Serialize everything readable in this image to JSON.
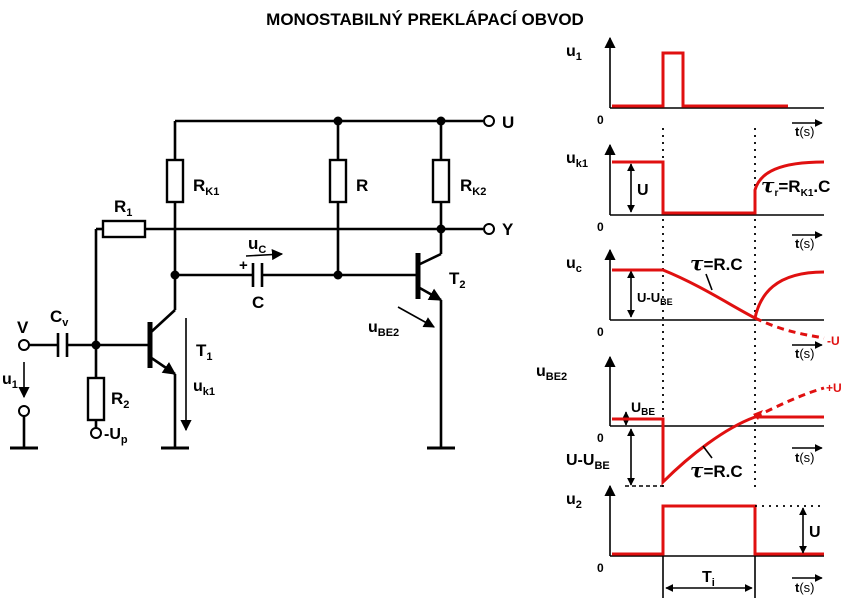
{
  "title": "MONOSTABILNÝ PREKLÁPACÍ OBVOD",
  "colors": {
    "signal": "#e01010",
    "ink": "#000000",
    "background": "#ffffff"
  },
  "circuit": {
    "supply_label": "U",
    "output_label": "Y",
    "input_label": "V",
    "input_voltage_label": "u",
    "input_voltage_sub": "1",
    "neg_supply_label": "-U",
    "neg_supply_sub": "p",
    "components": {
      "rk1": {
        "name": "R",
        "sub": "K1"
      },
      "r": {
        "name": "R"
      },
      "rk2": {
        "name": "R",
        "sub": "K2"
      },
      "r1": {
        "name": "R",
        "sub": "1"
      },
      "r2": {
        "name": "R",
        "sub": "2"
      },
      "cv": {
        "name": "C",
        "sub": "v"
      },
      "c": {
        "name": "C"
      },
      "t1": {
        "name": "T",
        "sub": "1"
      },
      "t2": {
        "name": "T",
        "sub": "2"
      }
    },
    "annotations": {
      "uc": {
        "name": "u",
        "sub": "C"
      },
      "plus": "+",
      "uk1": {
        "name": "u",
        "sub": "k1"
      },
      "ube2": {
        "name": "u",
        "sub": "BE2"
      }
    }
  },
  "timing": {
    "time_axis": {
      "name": "t",
      "unit": "(s)"
    },
    "zero": "0",
    "panels": {
      "u1": {
        "name": "u",
        "sub": "1"
      },
      "uk1": {
        "name": "u",
        "sub": "k1",
        "level": "U",
        "tau": "τ",
        "tau_sub": "r",
        "tau_eq": "=R",
        "tau_eq_sub": "K1",
        "tau_eq_tail": ".C"
      },
      "uc": {
        "name": "u",
        "sub": "c",
        "level": "U-U",
        "level_sub": "BE",
        "tau": "τ",
        "tau_eq": "=R.C",
        "neg": "-U"
      },
      "ube2": {
        "name": "u",
        "sub": "BE2",
        "ube": "U",
        "ube_sub": "BE",
        "pos": "+U",
        "level": "U-U",
        "level_sub": "BE",
        "tau": "τ",
        "tau_eq": "=R.C"
      },
      "u2": {
        "name": "u",
        "sub": "2",
        "level": "U",
        "pulse_width": "T",
        "pulse_width_sub": "i"
      }
    }
  }
}
